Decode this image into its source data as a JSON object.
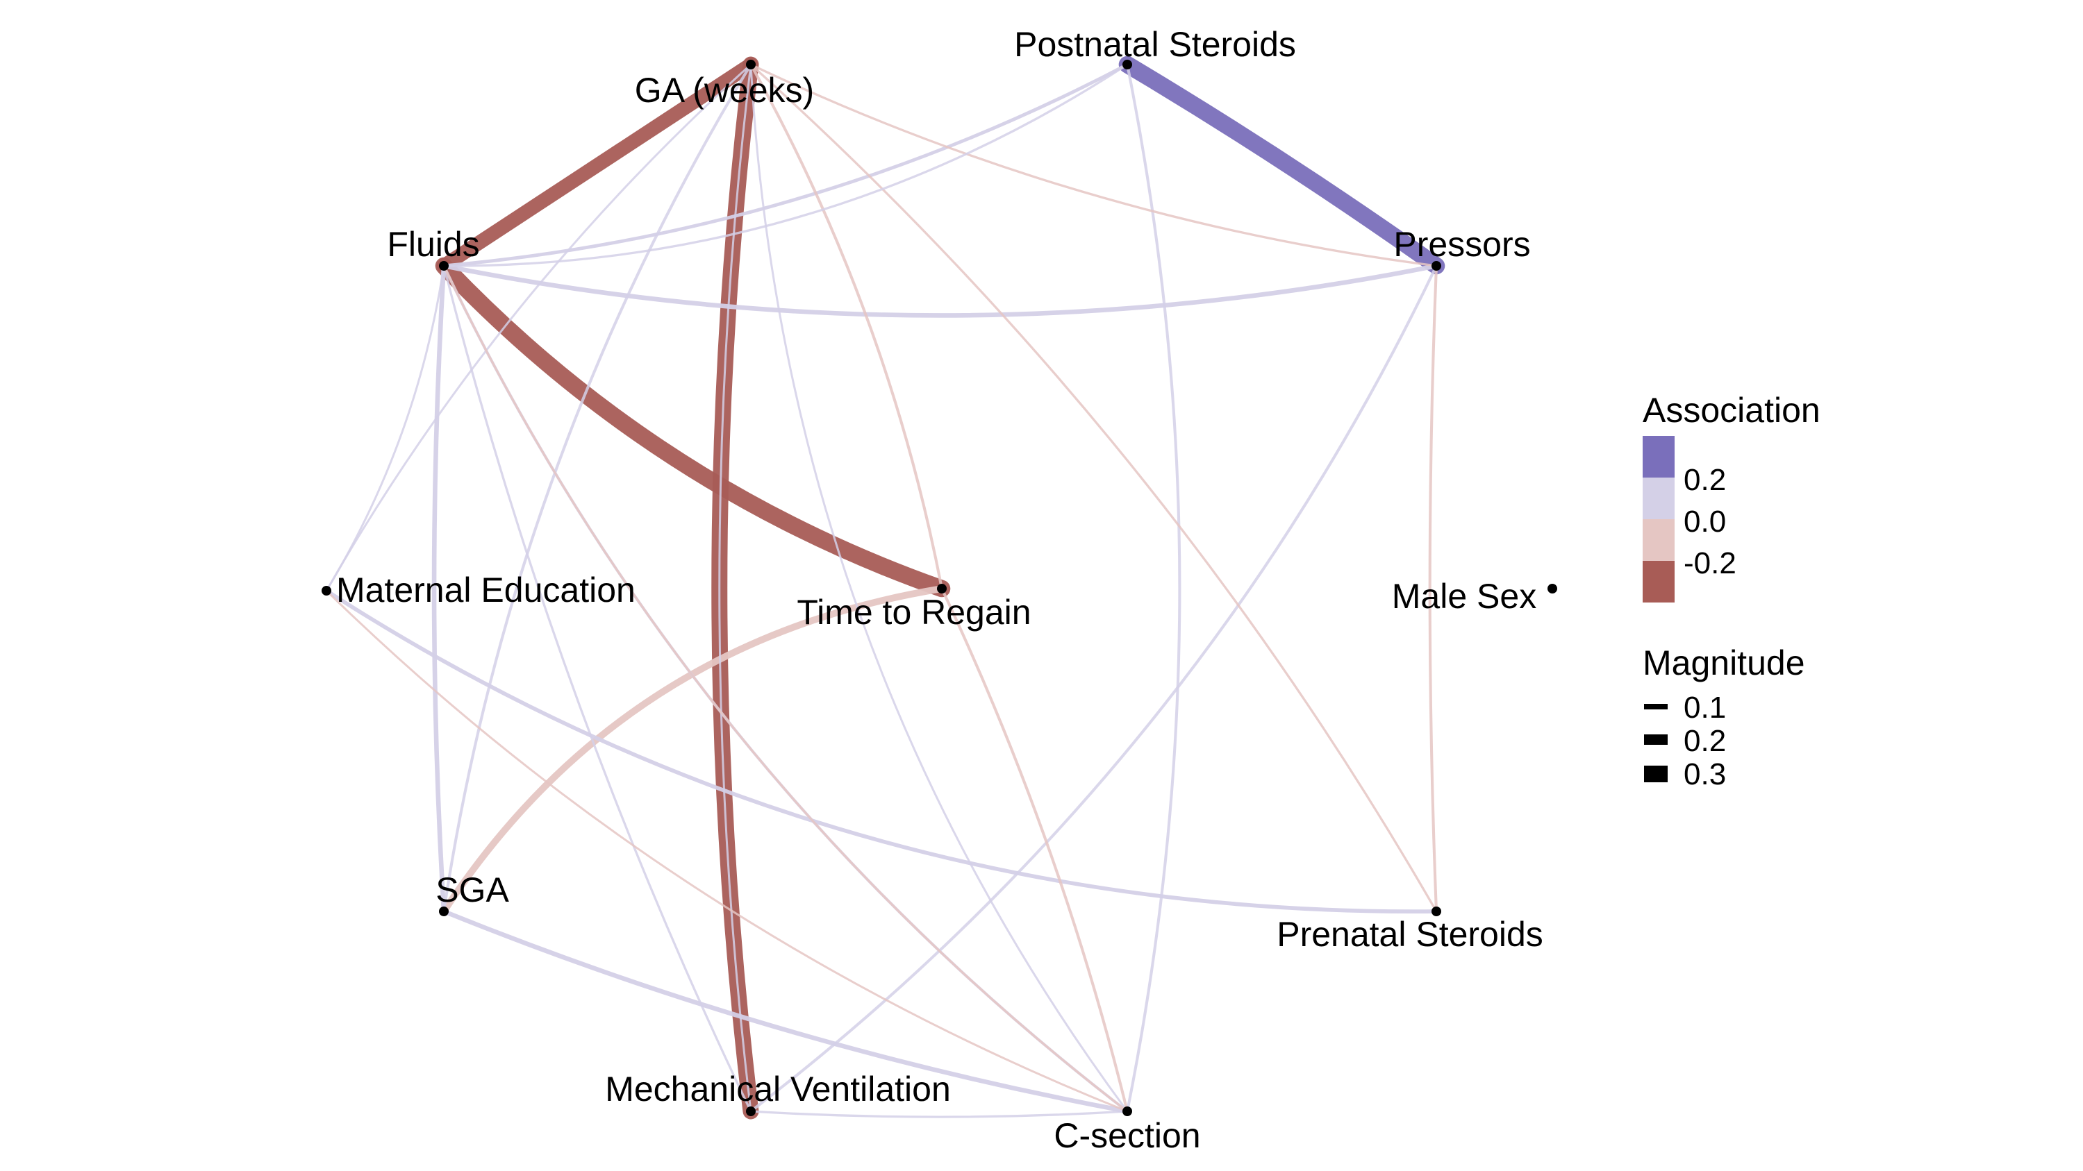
{
  "colors": {
    "strong_positive": "#7a6fbb",
    "weak_positive": "#d4d0e7",
    "weak_negative": "#e5c6c3",
    "strong_negative": "#a85c56",
    "node": "#000000",
    "text": "#000000"
  },
  "nodes": [
    {
      "id": "ga",
      "label": "GA (weeks)"
    },
    {
      "id": "postnatal_steroids",
      "label": "Postnatal Steroids"
    },
    {
      "id": "pressors",
      "label": "Pressors"
    },
    {
      "id": "fluids",
      "label": "Fluids"
    },
    {
      "id": "maternal_education",
      "label": "Maternal Education"
    },
    {
      "id": "time_to_regain",
      "label": "Time to Regain"
    },
    {
      "id": "male_sex",
      "label": "Male Sex"
    },
    {
      "id": "sga",
      "label": "SGA"
    },
    {
      "id": "prenatal_steroids",
      "label": "Prenatal Steroids"
    },
    {
      "id": "mechanical_ventilation",
      "label": "Mechanical Ventilation"
    },
    {
      "id": "c_section",
      "label": "C-section"
    }
  ],
  "edges": [
    {
      "from": "postnatal_steroids",
      "to": "pressors",
      "association": 0.3
    },
    {
      "from": "fluids",
      "to": "time_to_regain",
      "association": -0.3
    },
    {
      "from": "ga",
      "to": "mechanical_ventilation",
      "association": -0.28
    },
    {
      "from": "ga",
      "to": "fluids",
      "association": -0.25
    },
    {
      "from": "sga",
      "to": "time_to_regain",
      "association": -0.12
    },
    {
      "from": "fluids",
      "to": "pressors",
      "association": 0.08
    },
    {
      "from": "sga",
      "to": "c_section",
      "association": 0.08
    },
    {
      "from": "fluids",
      "to": "sga",
      "association": 0.08
    },
    {
      "from": "maternal_education",
      "to": "prenatal_steroids",
      "association": 0.07
    },
    {
      "from": "fluids",
      "to": "postnatal_steroids",
      "association": 0.06
    },
    {
      "from": "fluids",
      "to": "c_section",
      "association": 0.05
    },
    {
      "from": "pressors",
      "to": "mechanical_ventilation",
      "association": 0.05
    },
    {
      "from": "pressors",
      "to": "prenatal_steroids",
      "association": -0.05
    },
    {
      "from": "ga",
      "to": "sga",
      "association": 0.05
    },
    {
      "from": "postnatal_steroids",
      "to": "c_section",
      "association": 0.05
    },
    {
      "from": "mechanical_ventilation",
      "to": "c_section",
      "association": 0.04
    },
    {
      "from": "ga",
      "to": "pressors",
      "association": -0.04
    },
    {
      "from": "ga",
      "to": "time_to_regain",
      "association": -0.05
    },
    {
      "from": "time_to_regain",
      "to": "c_section",
      "association": -0.05
    },
    {
      "from": "ga",
      "to": "prenatal_steroids",
      "association": -0.04
    },
    {
      "from": "fluids",
      "to": "mechanical_ventilation",
      "association": 0.04
    },
    {
      "from": "fluids",
      "to": "maternal_education",
      "association": 0.03
    },
    {
      "from": "ga",
      "to": "maternal_education",
      "association": 0.03
    },
    {
      "from": "ga",
      "to": "c_section",
      "association": 0.03
    },
    {
      "from": "ga",
      "to": "mechanical_ventilation_2",
      "association": 0.03
    },
    {
      "from": "maternal_education",
      "to": "c_section",
      "association": -0.03
    },
    {
      "from": "fluids",
      "to": "c_section_2",
      "association": -0.04
    },
    {
      "from": "postnatal_steroids",
      "to": "fluids_2",
      "association": 0.04
    }
  ],
  "legend": {
    "association_title": "Association",
    "association_labels": [
      "0.2",
      "0.0",
      "-0.2"
    ],
    "magnitude_title": "Magnitude",
    "magnitude_labels": [
      "0.1",
      "0.2",
      "0.3"
    ]
  }
}
